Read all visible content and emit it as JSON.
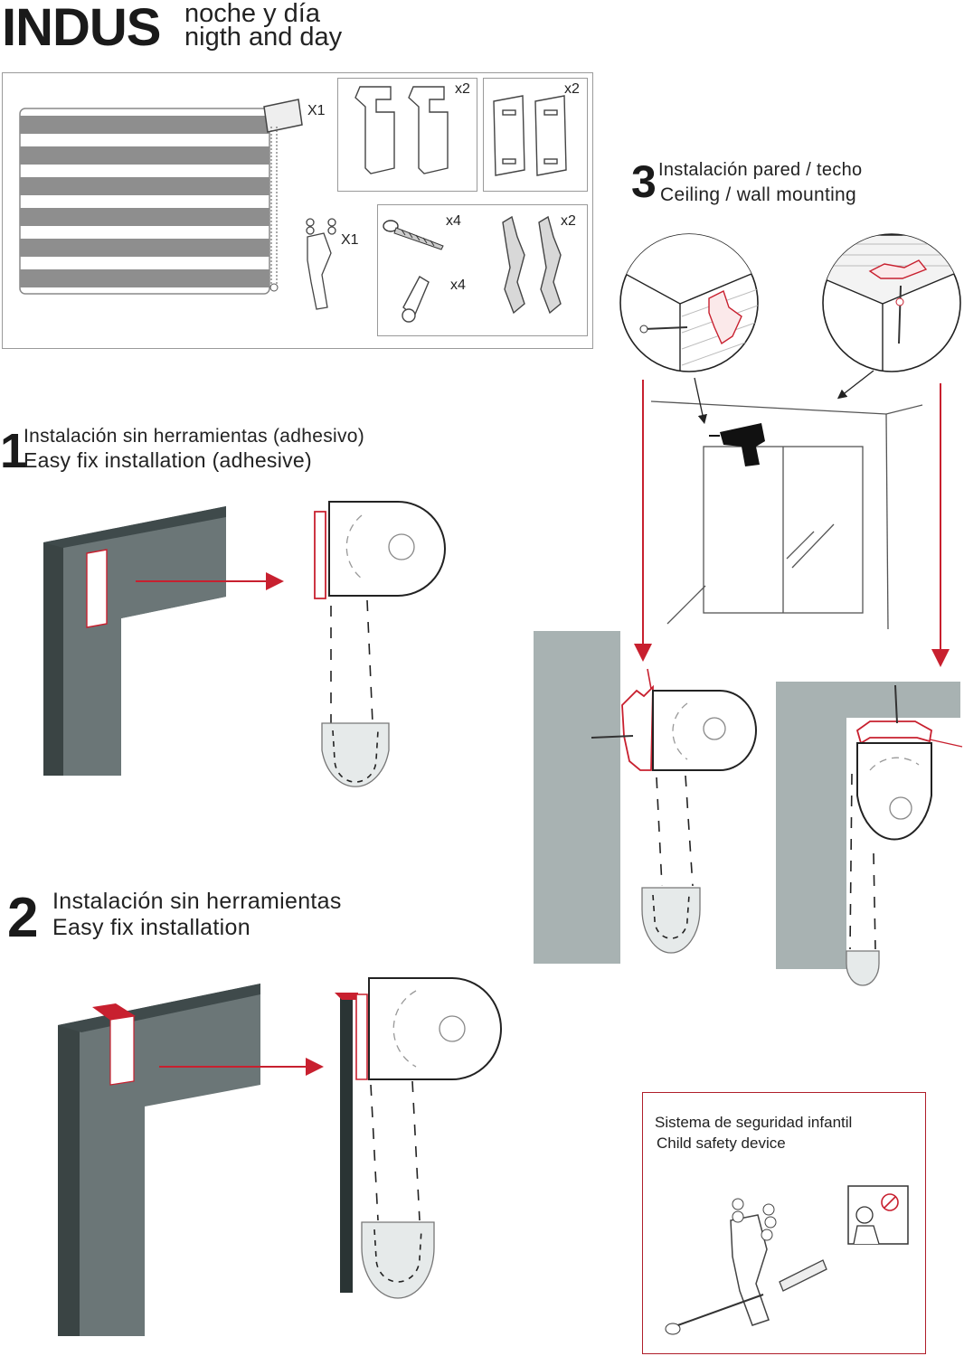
{
  "header": {
    "brand": "INDUS",
    "subtitle_es": "noche y día",
    "subtitle_en": "nigth and day"
  },
  "kit": {
    "blind_qty": "X1",
    "bracket_qty": "x2",
    "plate_qty": "x2",
    "safety_qty": "X1",
    "screw_qty": "x4",
    "plug_qty": "x4",
    "clip_qty": "x2"
  },
  "steps": [
    {
      "number": "1",
      "title_es": "Instalación sin herramientas (adhesivo)",
      "title_en": "Easy fix installation (adhesive)"
    },
    {
      "number": "2",
      "title_es": "Instalación sin herramientas",
      "title_en": "Easy fix installation"
    },
    {
      "number": "3",
      "title_es": "Instalación pared / techo",
      "title_en": "Ceiling / wall mounting"
    }
  ],
  "safety": {
    "title_es": "Sistema de seguridad infantil",
    "title_en": "Child safety device"
  },
  "colors": {
    "accent_red": "#c8202f",
    "wall_dark": "#3f4a4b",
    "wall_mid": "#6b7677",
    "wall_light": "#a8b2b2",
    "stripe_gray": "#8e8e8e",
    "box_border": "#9a9a9a"
  },
  "icons": [
    "drill-icon",
    "screw-icon",
    "wall-plug-icon",
    "mounting-clip-icon",
    "bracket-icon",
    "adhesive-plate-icon",
    "child-icon"
  ]
}
